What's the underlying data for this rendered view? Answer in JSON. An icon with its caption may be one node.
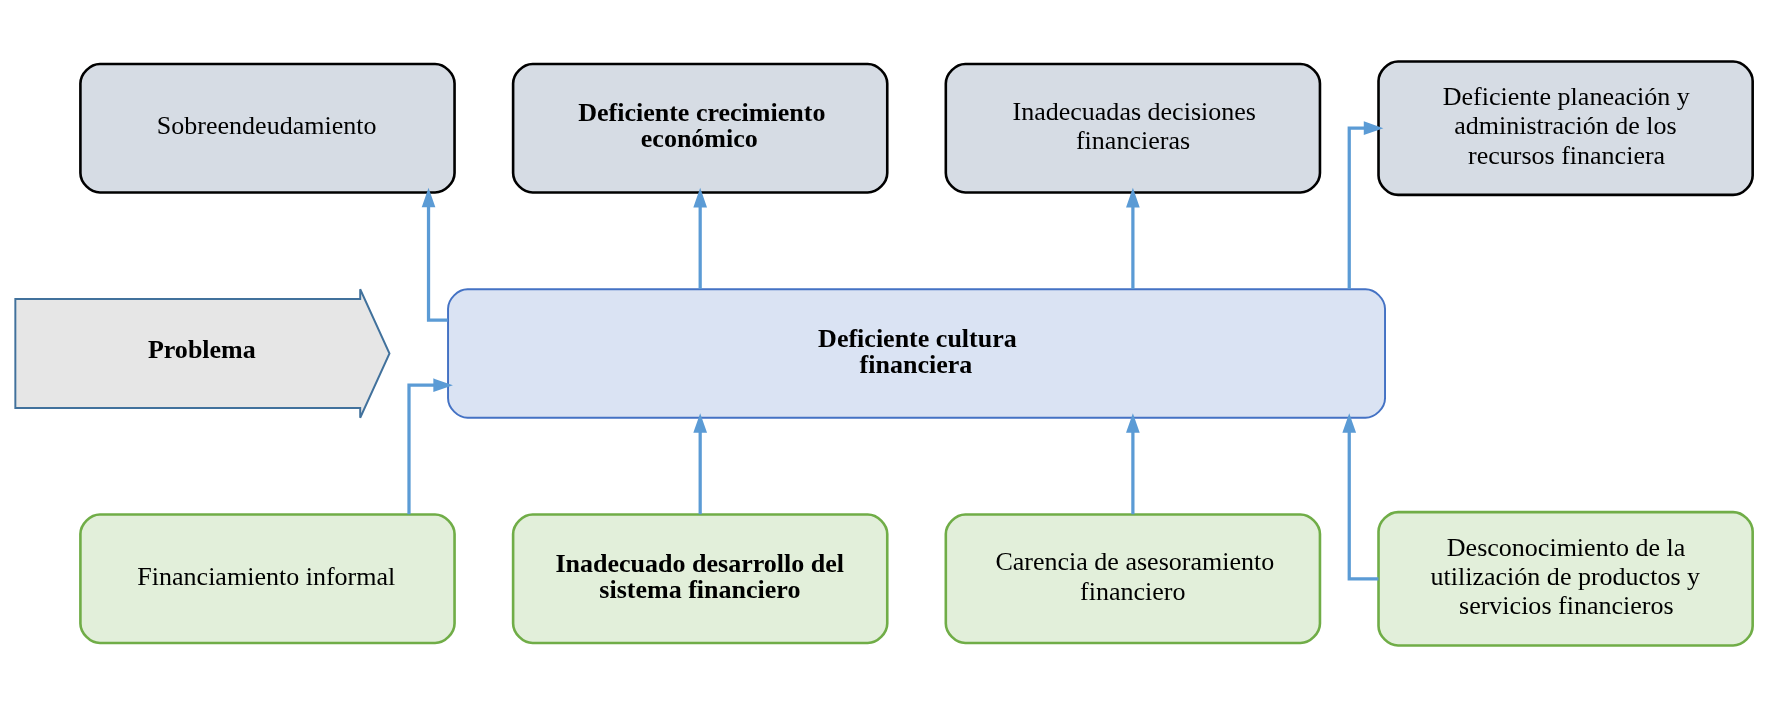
{
  "diagram": {
    "nodes": [
      {
        "text": [
          "Sobreendeudamiento"
        ]
      },
      {
        "text": [
          "Deficiente crecimiento económico"
        ]
      },
      {
        "text": [
          "Inadecuadas decisiones financieras"
        ]
      },
      {
        "text": [
          "Deficiente planeación y administración de los recursos financiera"
        ]
      },
      {
        "text": [
          "Problema"
        ]
      },
      {
        "text": [
          "Deficiente cultura financiera"
        ]
      },
      {
        "text": [
          "Financiamiento informal"
        ]
      },
      {
        "text": [
          "Inadecuado desarrollo del sistema financiero"
        ]
      },
      {
        "text": [
          "Carencia de asesoramiento financiero"
        ]
      },
      {
        "text": [
          "Desconocimiento de la utilización de productos y servicios financieros"
        ]
      }
    ],
    "edges": [
      {
        "from": 5,
        "to": 0,
        "arrow": "to"
      },
      {
        "from": 5,
        "to": 1,
        "arrow": "to"
      },
      {
        "from": 5,
        "to": 2,
        "arrow": "to"
      },
      {
        "from": 5,
        "to": 3,
        "arrow": "to"
      },
      {
        "from": 6,
        "to": 5,
        "arrow": "to"
      },
      {
        "from": 7,
        "to": 5,
        "arrow": "to"
      },
      {
        "from": 8,
        "to": 5,
        "arrow": "to"
      },
      {
        "from": 9,
        "to": 5,
        "arrow": "to"
      }
    ]
  }
}
